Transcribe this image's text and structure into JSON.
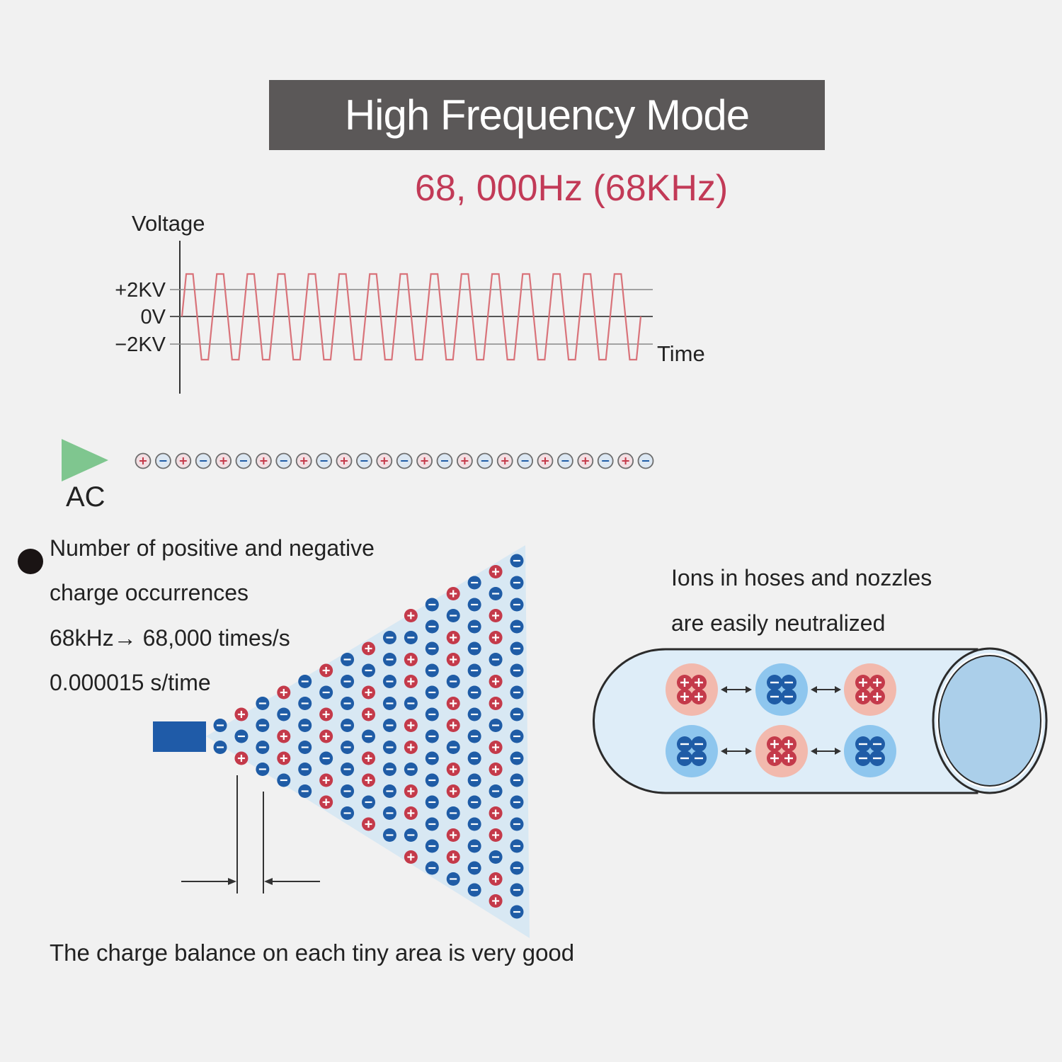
{
  "title": "High Frequency Mode",
  "frequency_label": "68, 000Hz (68KHz)",
  "waveform": {
    "y_axis_label": "Voltage",
    "x_axis_label": "Time",
    "levels": [
      "+2KV",
      "0V",
      "−2KV"
    ],
    "cycles": 15,
    "wave_color": "#d9737a"
  },
  "ac_section": {
    "label": "AC",
    "arrow_color": "#7fc68f",
    "charge_chain": [
      "+",
      "-",
      "+",
      "-",
      "+",
      "-",
      "+",
      "-",
      "+",
      "-",
      "+",
      "-",
      "+",
      "-",
      "+",
      "-",
      "+",
      "-",
      "+",
      "-",
      "+",
      "-",
      "+",
      "-",
      "+",
      "-"
    ]
  },
  "description": {
    "line1": "Number of positive and negative",
    "line2": "charge occurrences",
    "line3": "68kHz→ 68,000 times/s",
    "line4": "0.000015 s/time"
  },
  "hose": {
    "caption_line1": "Ions in hoses and nozzles",
    "caption_line2": "are easily neutralized",
    "top_row": [
      "+",
      "-",
      "+"
    ],
    "bottom_row": [
      "-",
      "+",
      "-"
    ]
  },
  "bottom_caption": "The charge balance on each tiny area is very good",
  "colors": {
    "positive": "#c43a4a",
    "negative": "#1f5ca6",
    "spray_fill": "#d8e8f3",
    "hose_fill": "#deedf8",
    "title_bg": "#5b5858",
    "frequency_text": "#c23a57"
  }
}
